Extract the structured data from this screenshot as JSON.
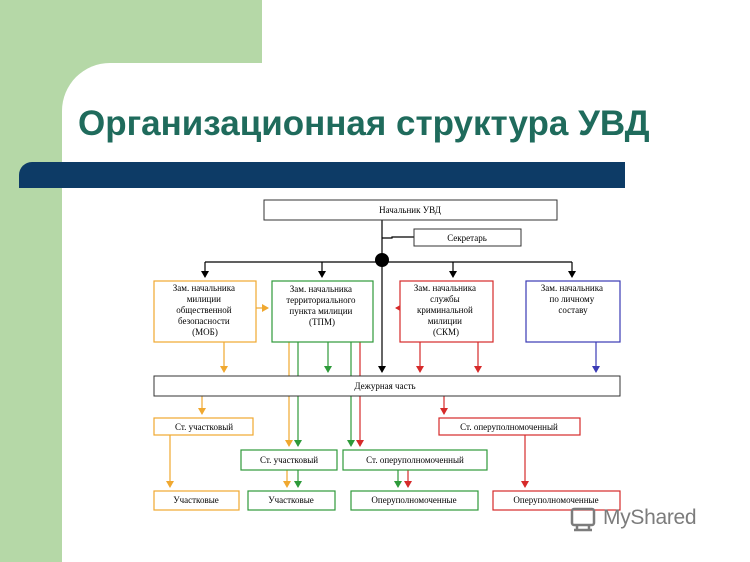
{
  "slide": {
    "title": "Организационная структура УВД"
  },
  "colors": {
    "title": "#1f6b5c",
    "bar": "#0d3b66",
    "green_background": "#b5d8a7",
    "orange": "#f0a830",
    "green": "#2e9a3a",
    "red": "#d62a2a",
    "blue": "#3a3ab5",
    "black": "#000000"
  },
  "org_chart": {
    "head": "Начальник УВД",
    "secretary": "Секретарь",
    "deputies": [
      {
        "lines": [
          "Зам. начальника",
          "милиции",
          "общественной",
          "безопасности",
          "(МОБ)"
        ],
        "color": "orange"
      },
      {
        "lines": [
          "Зам. начальника",
          "территориального",
          "пункта милиции",
          "(ТПМ)"
        ],
        "color": "green"
      },
      {
        "lines": [
          "Зам. начальника",
          "службы",
          "криминальной",
          "милиции",
          "(СКМ)"
        ],
        "color": "red"
      },
      {
        "lines": [
          "Зам. начальника",
          "по личному",
          "составу"
        ],
        "color": "blue"
      }
    ],
    "duty": "Дежурная часть",
    "mid_level": {
      "district_left": "Ст. участковый",
      "operative_right": "Ст. оперуполномоченный",
      "district_center": "Ст. участковый",
      "operative_center": "Ст. оперуполномоченный"
    },
    "bottom_level": [
      "Участковые",
      "Участковые",
      "Оперуполномоченные",
      "Оперуполномоченные"
    ]
  },
  "watermark": {
    "icon": "mysahred-logo-icon",
    "text": "MyShared"
  }
}
